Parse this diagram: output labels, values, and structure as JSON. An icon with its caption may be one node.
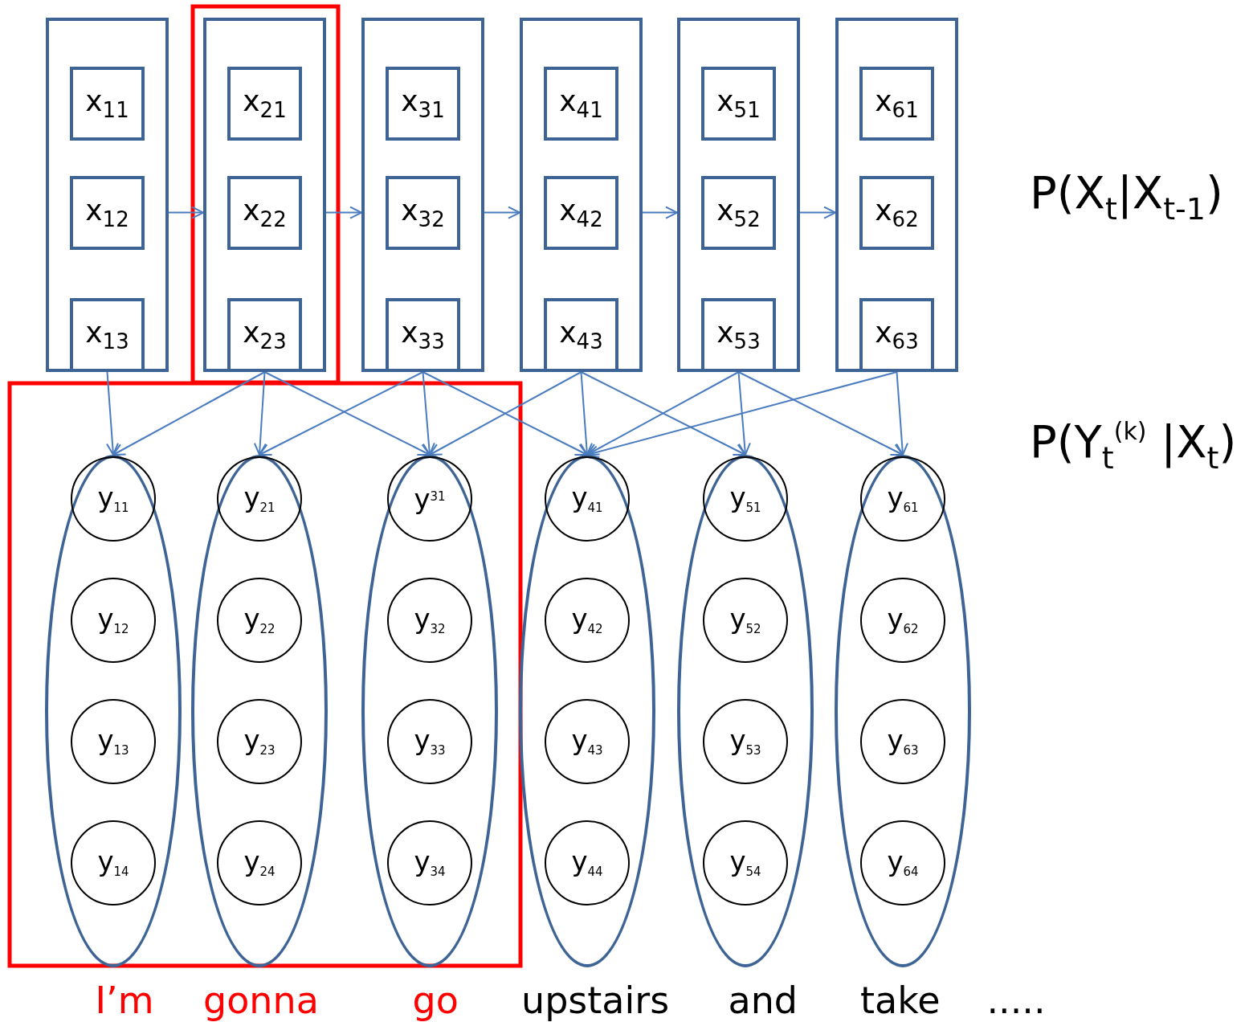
{
  "diagram": {
    "nodes": [
      {
        "text": [],
        "shape": "box"
      },
      {
        "text": [
          "x$_{11}$"
        ],
        "in": 0
      },
      {
        "text": [
          "x$_{12}$"
        ],
        "in": 0
      },
      {
        "text": [
          "x$_{13}$"
        ],
        "in": 0
      },
      {
        "text": [],
        "shape": "box"
      },
      {
        "text": [
          "x$_{21}$"
        ],
        "in": 4
      },
      {
        "text": [
          "x$_{22}$"
        ],
        "in": 4
      },
      {
        "text": [
          "x$_{23}$"
        ],
        "in": 4
      },
      {
        "text": [],
        "shape": "box"
      },
      {
        "text": [
          "x$_{31}$"
        ],
        "in": 8
      },
      {
        "text": [
          "x$_{32}$"
        ],
        "in": 8
      },
      {
        "text": [
          "x$_{33}$"
        ],
        "in": 8
      },
      {
        "text": [],
        "shape": "box"
      },
      {
        "text": [
          "x$_{41}$"
        ],
        "in": 12
      },
      {
        "text": [
          "x$_{42}$"
        ],
        "in": 12
      },
      {
        "text": [
          "x$_{43}$"
        ],
        "in": 12
      },
      {
        "text": [],
        "shape": "box"
      },
      {
        "text": [
          "x$_{51}$"
        ],
        "in": 16
      },
      {
        "text": [
          "x$_{52}$"
        ],
        "in": 16
      },
      {
        "text": [
          "x$_{53}$"
        ],
        "in": 16
      },
      {
        "text": [],
        "shape": "box"
      },
      {
        "text": [
          "x$_{61}$"
        ],
        "in": 20
      },
      {
        "text": [
          "x$_{62}$"
        ],
        "in": 20
      },
      {
        "text": [
          "x$_{63}$"
        ],
        "in": 20
      },
      {
        "text": [],
        "shape": "ellipse"
      },
      {
        "text": [
          "y$_{11}$"
        ],
        "in": 24
      },
      {
        "text": [
          "y$_{12}$"
        ],
        "in": 24
      },
      {
        "text": [
          "y$_{13}$"
        ],
        "in": 24
      },
      {
        "text": [
          "y$_{14}$"
        ],
        "in": 24
      },
      {
        "text": [],
        "shape": "ellipse"
      },
      {
        "text": [
          "y$_{21}$"
        ],
        "in": 29
      },
      {
        "text": [
          "y$_{22}$"
        ],
        "in": 29
      },
      {
        "text": [
          "y$_{23}$"
        ],
        "in": 29
      },
      {
        "text": [
          "y$_{24}$"
        ],
        "in": 29
      },
      {
        "text": [],
        "shape": "ellipse"
      },
      {
        "text": [
          "y$^{31}$"
        ],
        "in": 34
      },
      {
        "text": [
          "y$_{32}$"
        ],
        "in": 34
      },
      {
        "text": [
          "y$_{33}$"
        ],
        "in": 34
      },
      {
        "text": [
          "y$_{34}$"
        ],
        "in": 34
      },
      {
        "text": [],
        "shape": "ellipse"
      },
      {
        "text": [
          "y$_{41}$"
        ],
        "in": 39
      },
      {
        "text": [
          "y$_{42}$"
        ],
        "in": 39
      },
      {
        "text": [
          "y$_{43}$"
        ],
        "in": 39
      },
      {
        "text": [
          "y$_{44}$"
        ],
        "in": 39
      },
      {
        "text": [],
        "shape": "ellipse"
      },
      {
        "text": [
          "y$_{51}$"
        ],
        "in": 44
      },
      {
        "text": [
          "y$_{52}$"
        ],
        "in": 44
      },
      {
        "text": [
          "y$_{53}$"
        ],
        "in": 44
      },
      {
        "text": [
          "y$_{54}$"
        ],
        "in": 44
      },
      {
        "text": [],
        "shape": "ellipse"
      },
      {
        "text": [
          "y$_{61}$"
        ],
        "in": 49
      },
      {
        "text": [
          "y$_{62}$"
        ],
        "in": 49
      },
      {
        "text": [
          "y$_{63}$"
        ],
        "in": 49
      },
      {
        "text": [
          "y$_{64}$"
        ],
        "in": 49
      }
    ],
    "edges": [
      {
        "from": 0,
        "to": 4,
        "arrow": "to"
      },
      {
        "from": 4,
        "to": 8,
        "arrow": "to"
      },
      {
        "from": 8,
        "to": 12,
        "arrow": "to"
      },
      {
        "from": 12,
        "to": 16,
        "arrow": "to"
      },
      {
        "from": 16,
        "to": 20,
        "arrow": "to"
      },
      {
        "from": 3,
        "to": 24,
        "arrow": "to"
      },
      {
        "from": 7,
        "to": 24,
        "arrow": "to"
      },
      {
        "from": 7,
        "to": 29,
        "arrow": "to"
      },
      {
        "from": 7,
        "to": 34,
        "arrow": "to"
      },
      {
        "from": 11,
        "to": 29,
        "arrow": "to"
      },
      {
        "from": 11,
        "to": 34,
        "arrow": "to"
      },
      {
        "from": 11,
        "to": 39,
        "arrow": "to"
      },
      {
        "from": 15,
        "to": 34,
        "arrow": "to"
      },
      {
        "from": 15,
        "to": 39,
        "arrow": "to"
      },
      {
        "from": 15,
        "to": 44,
        "arrow": "to"
      },
      {
        "from": 19,
        "to": 39,
        "arrow": "to"
      },
      {
        "from": 19,
        "to": 44,
        "arrow": "to"
      },
      {
        "from": 19,
        "to": 49,
        "arrow": "to"
      },
      {
        "from": 23,
        "to": 39,
        "arrow": "to"
      },
      {
        "from": 23,
        "to": 49,
        "arrow": "to"
      }
    ],
    "labels": [
      "P(X$_{t}$|X$_{t-1}$)",
      "P(Y$_{t}$$^{(k)}$ |X$_{t}$)",
      "I’m",
      "gonna",
      "go",
      "upstairs",
      "and",
      "take",
      "....."
    ]
  }
}
